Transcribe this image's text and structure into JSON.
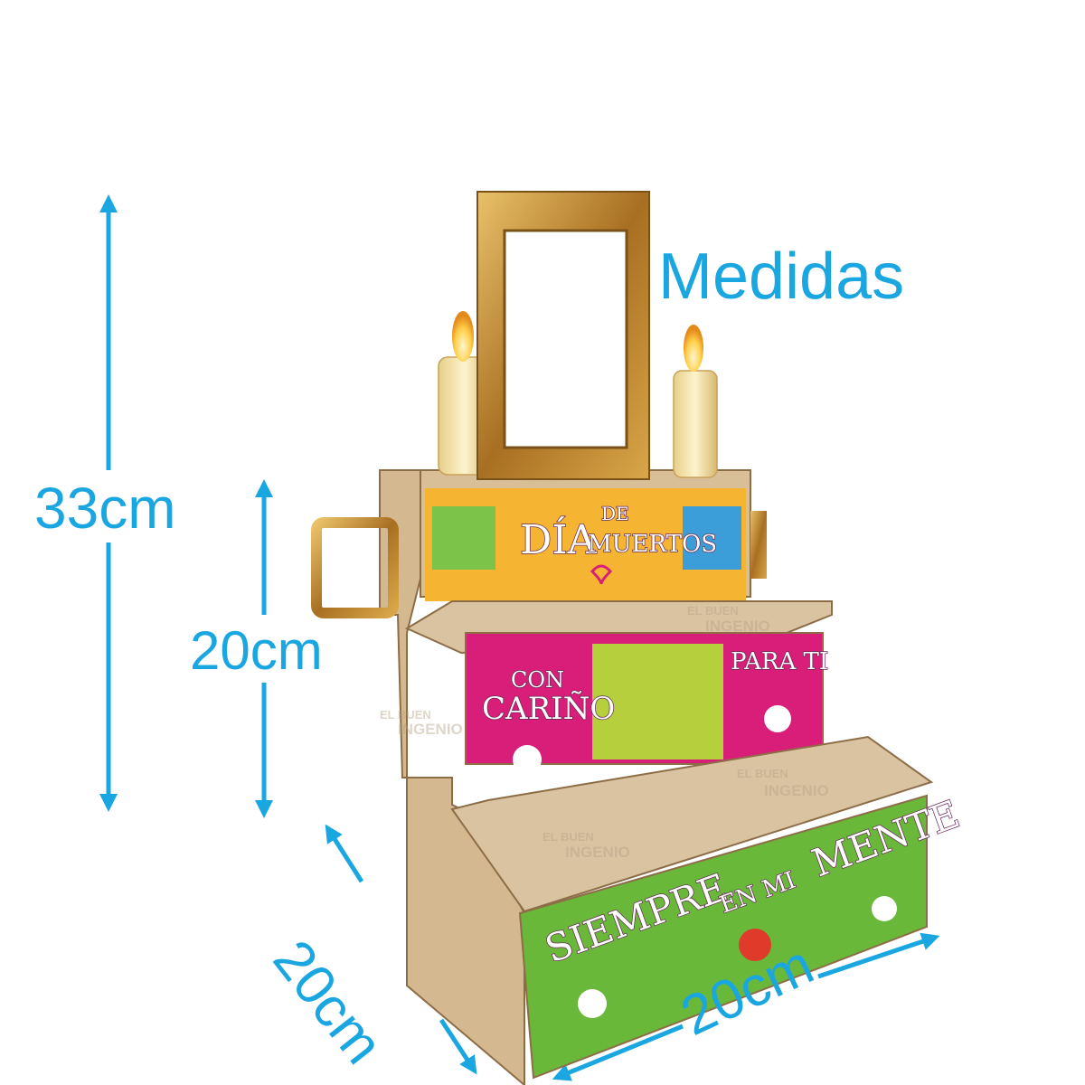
{
  "title": "Medidas",
  "dimensions": {
    "total_height": "33cm",
    "step_height": "20cm",
    "depth": "20cm",
    "width": "20cm"
  },
  "banners": {
    "top_line1": "DÍA",
    "top_line2": "DE",
    "top_line3": "MUERTOS",
    "middle_left1": "CON",
    "middle_left2": "CARIÑO",
    "middle_right": "PARA TI",
    "bottom_line1": "SIEMPRE",
    "bottom_line2": "EN MI",
    "bottom_line3": "MENTE"
  },
  "watermark": {
    "line1": "EL BUEN",
    "line2": "INGENIO"
  },
  "colors": {
    "accent": "#1aa7e1",
    "wood": "#d9bf98",
    "top_banner": "#f5b532",
    "middle_banner": "#d81e79",
    "bottom_banner": "#69b83a",
    "frame_gold": "#b8862b"
  }
}
